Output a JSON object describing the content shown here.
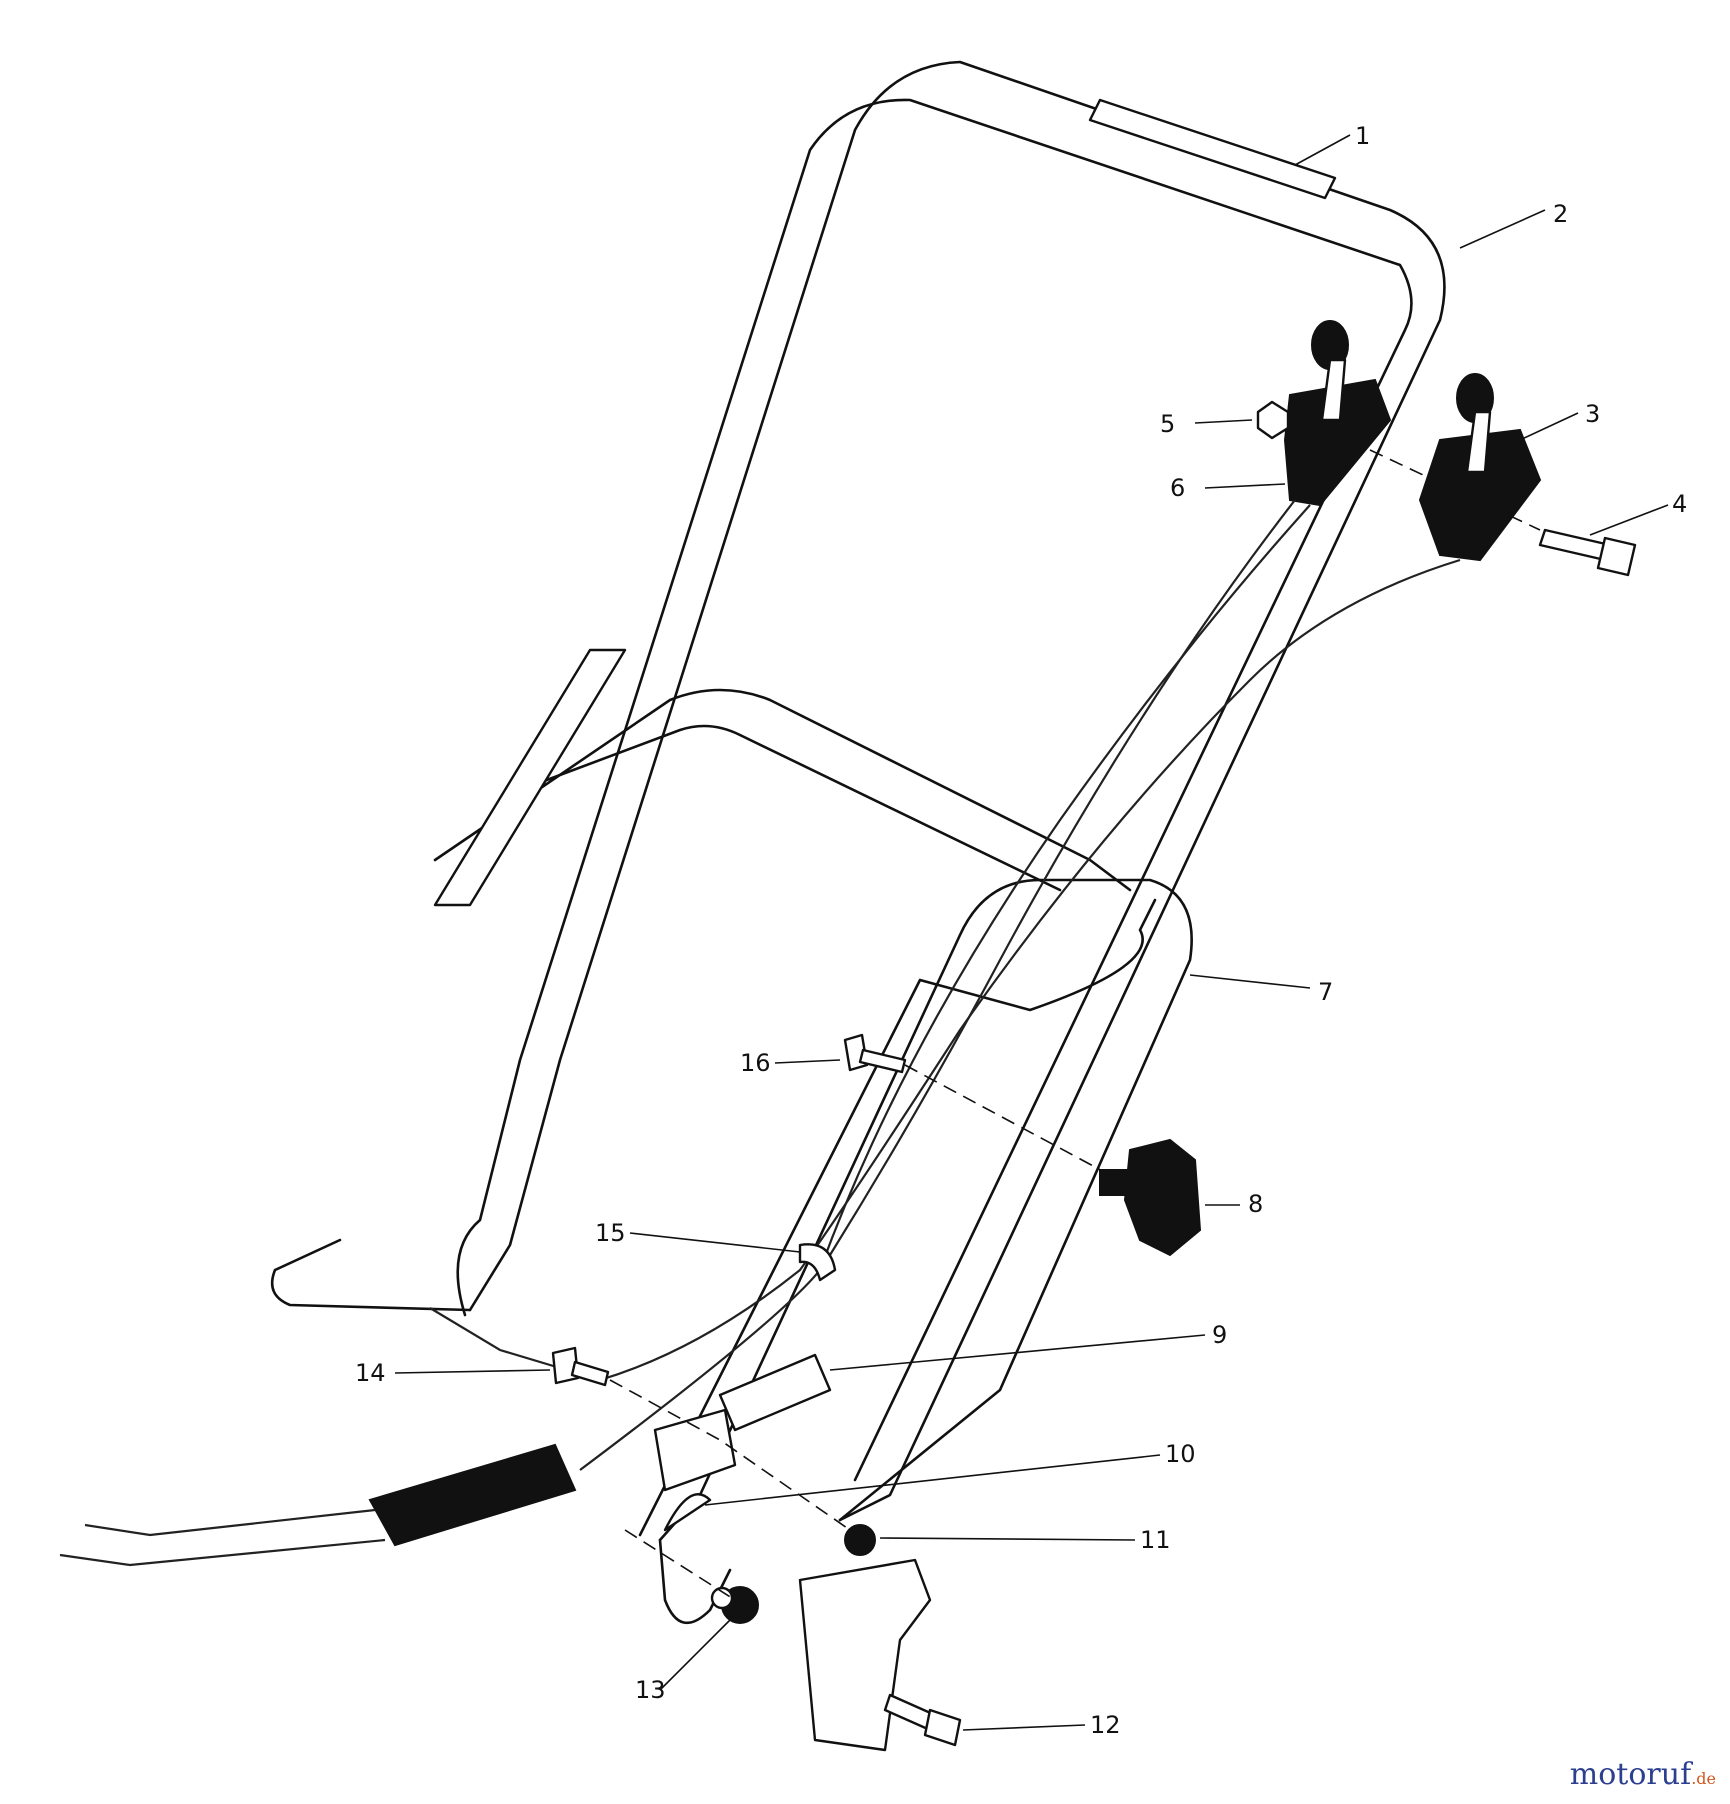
{
  "callouts": [
    {
      "num": "1"
    },
    {
      "num": "2"
    },
    {
      "num": "3"
    },
    {
      "num": "4"
    },
    {
      "num": "5"
    },
    {
      "num": "6"
    },
    {
      "num": "7"
    },
    {
      "num": "8"
    },
    {
      "num": "9"
    },
    {
      "num": "10"
    },
    {
      "num": "11"
    },
    {
      "num": "12"
    },
    {
      "num": "13"
    },
    {
      "num": "14"
    },
    {
      "num": "15"
    },
    {
      "num": "16"
    }
  ],
  "watermark": {
    "main": "motoruf",
    "suffix": ".de"
  }
}
